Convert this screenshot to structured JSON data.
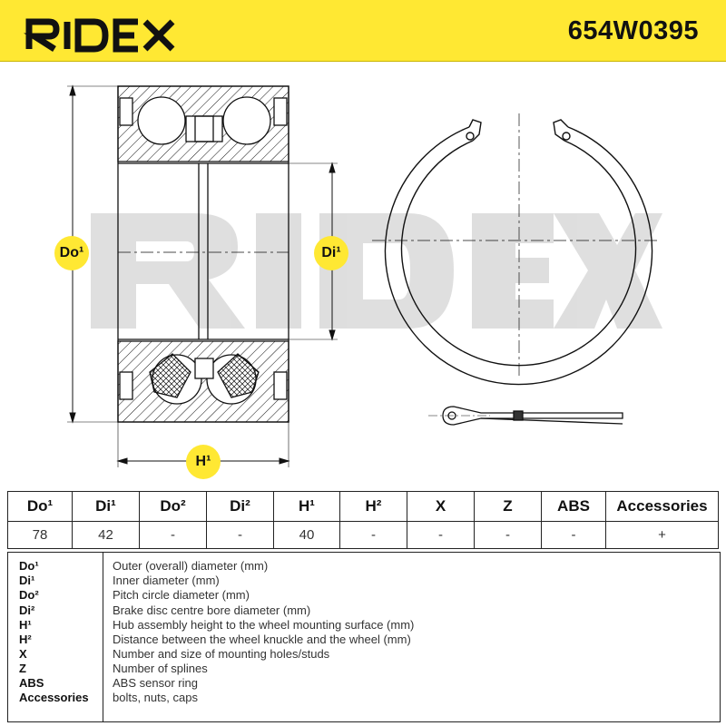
{
  "header": {
    "brand": "RIDEX",
    "part_number": "654W0395",
    "accent_color": "#ffe833"
  },
  "drawing": {
    "watermark": "RIDEX",
    "labels": {
      "do": "Do¹",
      "di": "Di¹",
      "h": "H¹"
    }
  },
  "spec_table": {
    "columns": [
      "Do¹",
      "Di¹",
      "Do²",
      "Di²",
      "H¹",
      "H²",
      "X",
      "Z",
      "ABS",
      "Accessories"
    ],
    "values": [
      "78",
      "42",
      "-",
      "-",
      "40",
      "-",
      "-",
      "-",
      "-",
      "+"
    ]
  },
  "legend": [
    {
      "term": "Do¹",
      "desc": "Outer (overall) diameter (mm)"
    },
    {
      "term": "Di¹",
      "desc": "Inner diameter (mm)"
    },
    {
      "term": "Do²",
      "desc": "Pitch circle diameter (mm)"
    },
    {
      "term": "Di²",
      "desc": "Brake disc centre bore diameter (mm)"
    },
    {
      "term": "H¹",
      "desc": "Hub assembly height to the wheel mounting surface (mm)"
    },
    {
      "term": "H²",
      "desc": "Distance between the wheel knuckle and the wheel (mm)"
    },
    {
      "term": "X",
      "desc": "Number and size of mounting holes/studs"
    },
    {
      "term": "Z",
      "desc": "Number of splines"
    },
    {
      "term": "ABS",
      "desc": "ABS sensor ring"
    },
    {
      "term": "Accessories",
      "desc": "bolts, nuts, caps"
    }
  ]
}
